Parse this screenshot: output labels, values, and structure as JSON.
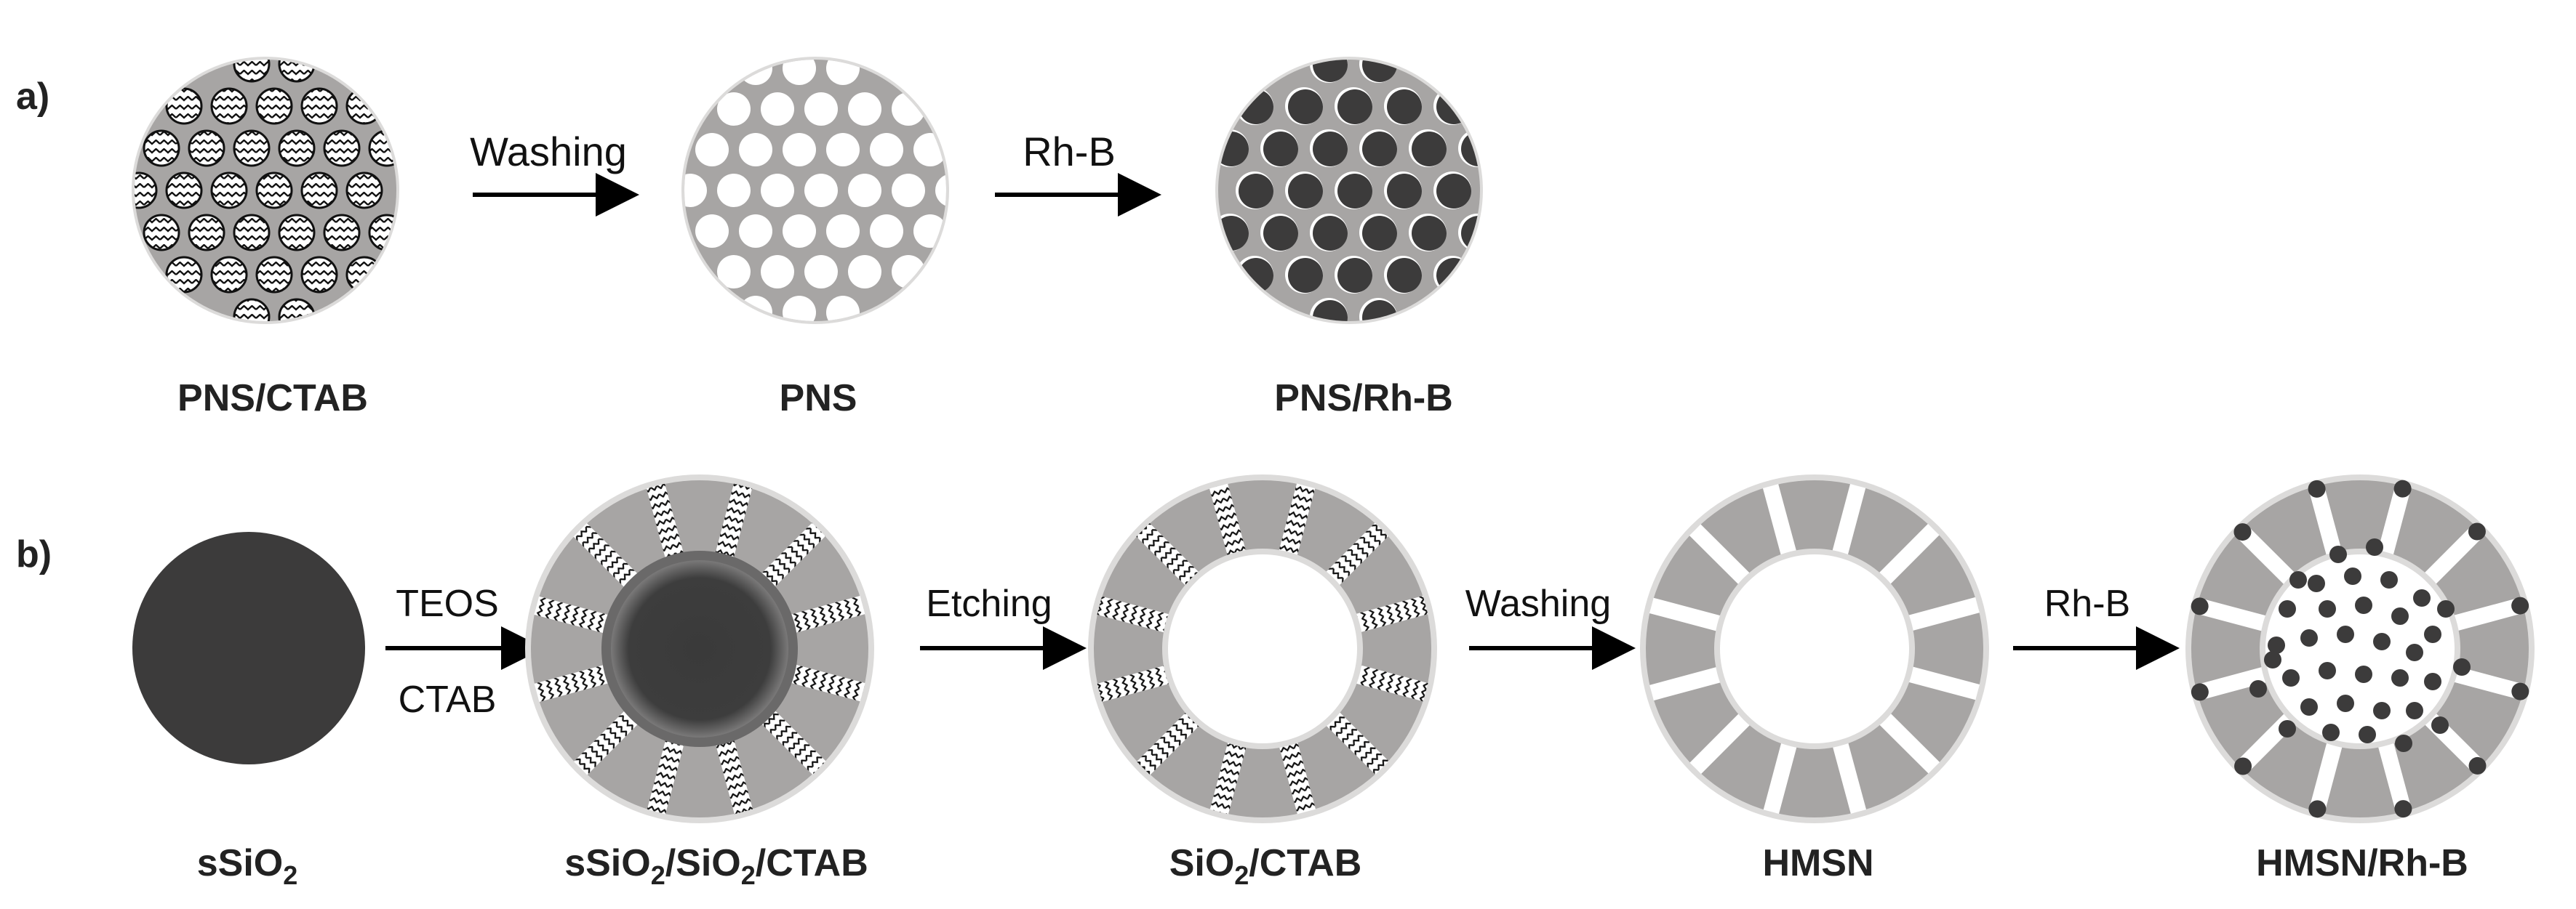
{
  "panel_a": {
    "tag": "a)",
    "steps": [
      "Washing",
      "Rh-B"
    ],
    "labels": [
      "PNS/CTAB",
      "PNS",
      "PNS/Rh-B"
    ]
  },
  "panel_b": {
    "tag": "b)",
    "steps": [
      "TEOS",
      "CTAB",
      "Etching",
      "Washing",
      "Rh-B"
    ],
    "labels": {
      "ssio2": {
        "main": "sSiO",
        "sub": "2"
      },
      "core_shell": {
        "p1": "sSiO",
        "s1": "2",
        "p2": "/SiO",
        "s2": "2",
        "p3": "/CTAB"
      },
      "sio2_ctab": {
        "p1": "SiO",
        "s1": "2",
        "p2": "/CTAB"
      },
      "hmsn": "HMSN",
      "hmsn_rhb": "HMSN/Rh-B"
    }
  },
  "colors": {
    "silica": "#a7a5a4",
    "halo": "#d9d8d7",
    "dark": "#3c3b3b",
    "pore": "#ffffff",
    "arrow": "#000000"
  }
}
